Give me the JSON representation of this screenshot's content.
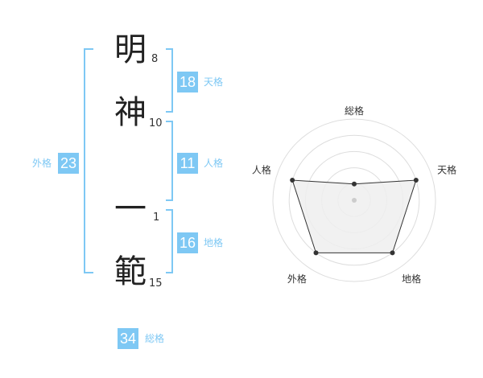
{
  "colors": {
    "accent": "#7ec8f4",
    "label": "#7ec8f4",
    "grid": "#dddddd",
    "fill": "#eeeeee",
    "line": "#333333",
    "point": "#333333"
  },
  "name": {
    "characters": [
      {
        "char": "明",
        "strokes": "8"
      },
      {
        "char": "神",
        "strokes": "10"
      },
      {
        "char": "一",
        "strokes": "1"
      },
      {
        "char": "範",
        "strokes": "15"
      }
    ]
  },
  "kaku": {
    "tenkaku": {
      "value": "18",
      "label": "天格"
    },
    "jinkaku": {
      "value": "11",
      "label": "人格"
    },
    "chikaku": {
      "value": "16",
      "label": "地格"
    },
    "gaikaku": {
      "value": "23",
      "label": "外格"
    },
    "soukaku": {
      "value": "34",
      "label": "総格"
    }
  },
  "chart_data": {
    "type": "radar",
    "axes": [
      "総格",
      "天格",
      "地格",
      "外格",
      "人格"
    ],
    "values": [
      1,
      4,
      4,
      4,
      4
    ],
    "rmax": 5,
    "grid_rings": 5
  }
}
